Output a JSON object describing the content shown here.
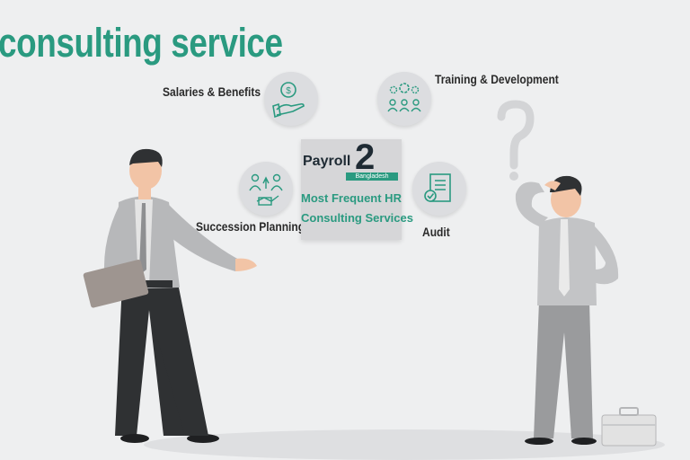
{
  "title": "consulting service",
  "labels": {
    "salaries": "Salaries & Benefits",
    "training": "Training & Development",
    "succession": "Succession Planning",
    "audit": "Audit"
  },
  "card": {
    "brand": "Payroll",
    "brand_number": "2",
    "brand_sub": "Bangladesh",
    "line1": "Most Frequent HR",
    "line2": "Consulting Services"
  },
  "colors": {
    "accent": "#2a9a80",
    "background": "#eeeff0",
    "text_dark": "#2a2a2a"
  },
  "icons": [
    "money-hand-icon",
    "team-gears-icon",
    "succession-icon",
    "audit-document-icon",
    "question-mark-icon",
    "briefcase-icon"
  ]
}
